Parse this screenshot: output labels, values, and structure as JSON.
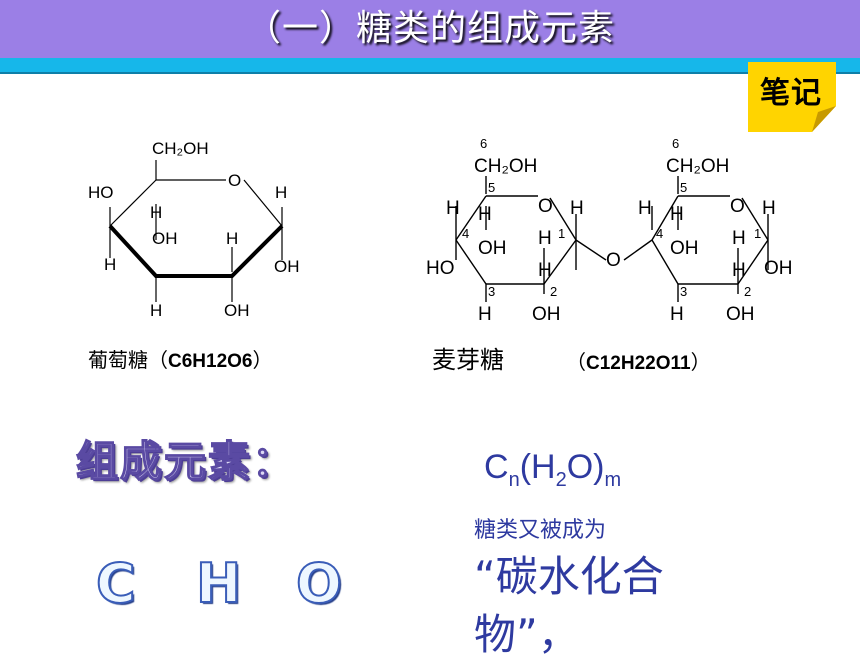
{
  "header": {
    "title": "（一）糖类的组成元素"
  },
  "note": {
    "label": "笔记"
  },
  "glucose": {
    "labels": {
      "ch2oh": "CH₂OH",
      "ring_o": "O",
      "ho_left": "HO",
      "h_top_right": "H",
      "h_c4": "H",
      "oh_c3": "OH",
      "h_c2": "H",
      "h_c5_bottom": "H",
      "oh_right": "OH",
      "h_bottom_left": "H",
      "oh_bottom": "OH"
    },
    "name": "葡萄糖（",
    "formula": "C6H12O6",
    "close": "）"
  },
  "maltose": {
    "name": "麦芽糖",
    "formula_open": "（",
    "formula": "C12H22O11",
    "formula_close": "）",
    "labels": {
      "n6": "6",
      "ch2oh": "CH₂OH",
      "n5": "5",
      "h": "H",
      "o": "O",
      "oh": "OH",
      "ho": "HO",
      "n4": "4",
      "n3": "3",
      "n2": "2",
      "n1": "1"
    }
  },
  "composition": {
    "heading": "组成元素：",
    "elements": [
      "C",
      "H",
      "O"
    ]
  },
  "general_formula": {
    "c": "C",
    "n": "n",
    "mid": "(H",
    "two": "2",
    "o": "O)",
    "m": "m"
  },
  "alias_text": "糖类又被成为",
  "carbs_text": "“碳水化合物”，"
}
